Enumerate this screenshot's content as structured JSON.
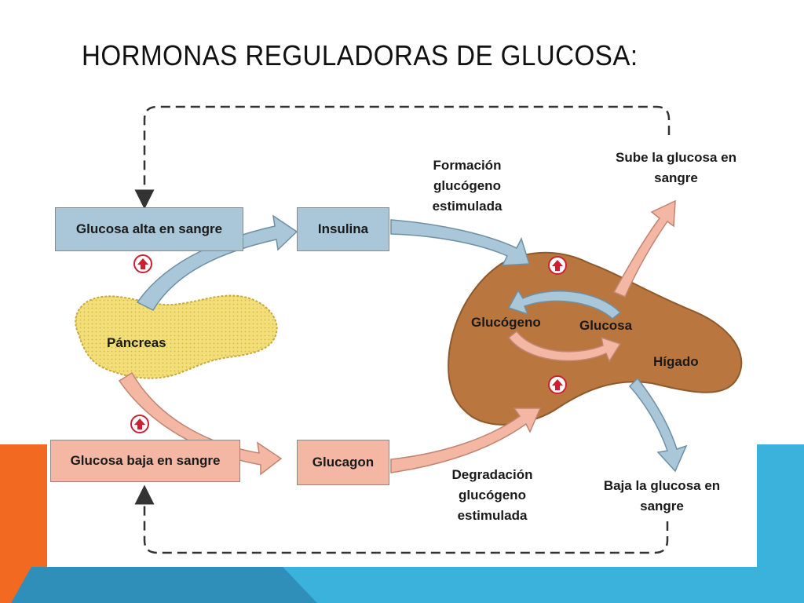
{
  "title": "HORMONAS REGULADORAS DE GLUCOSA:",
  "diagram": {
    "boxes": {
      "glucosa_alta": "Glucosa alta en sangre",
      "insulina": "Insulina",
      "glucosa_baja": "Glucosa baja en sangre",
      "glucagon": "Glucagon"
    },
    "organs": {
      "pancreas": "Páncreas",
      "higado": "Hígado"
    },
    "cycle": {
      "glucogeno": "Glucógeno",
      "glucosa": "Glucosa"
    },
    "notes": {
      "formacion": [
        "Formación",
        "glucógeno",
        "estimulada"
      ],
      "degradacion": [
        "Degradación",
        "glucógeno",
        "estimulada"
      ],
      "sube": [
        "Sube la glucosa en",
        "sangre"
      ],
      "baja": [
        "Baja la glucosa en",
        "sangre"
      ]
    },
    "icons": [
      "up-arrow-icon"
    ]
  },
  "colors": {
    "blue_box": "#a9c7d9",
    "pink_box": "#f4b7a3",
    "pancreas": "#f3df7a",
    "liver": "#b9773f",
    "marker_red": "#cc2030",
    "accent_orange": "#f26a21",
    "accent_cyan": "#3bb2dc"
  }
}
